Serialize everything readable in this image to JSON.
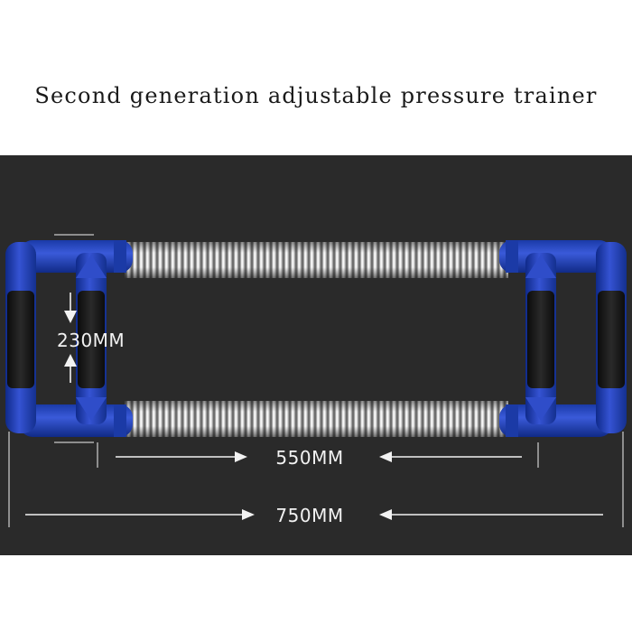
{
  "header": {
    "title": "Second generation adjustable pressure trainer"
  },
  "product": {
    "name": "adjustable pressure trainer",
    "colors": {
      "background": "#2a2a2a",
      "frame": "#1e3fae",
      "grip_foam": "#141414",
      "spring": "#b9b9b9"
    }
  },
  "dimensions": {
    "height_label": "230MM",
    "spring_length_label": "550MM",
    "total_length_label": "750MM"
  }
}
